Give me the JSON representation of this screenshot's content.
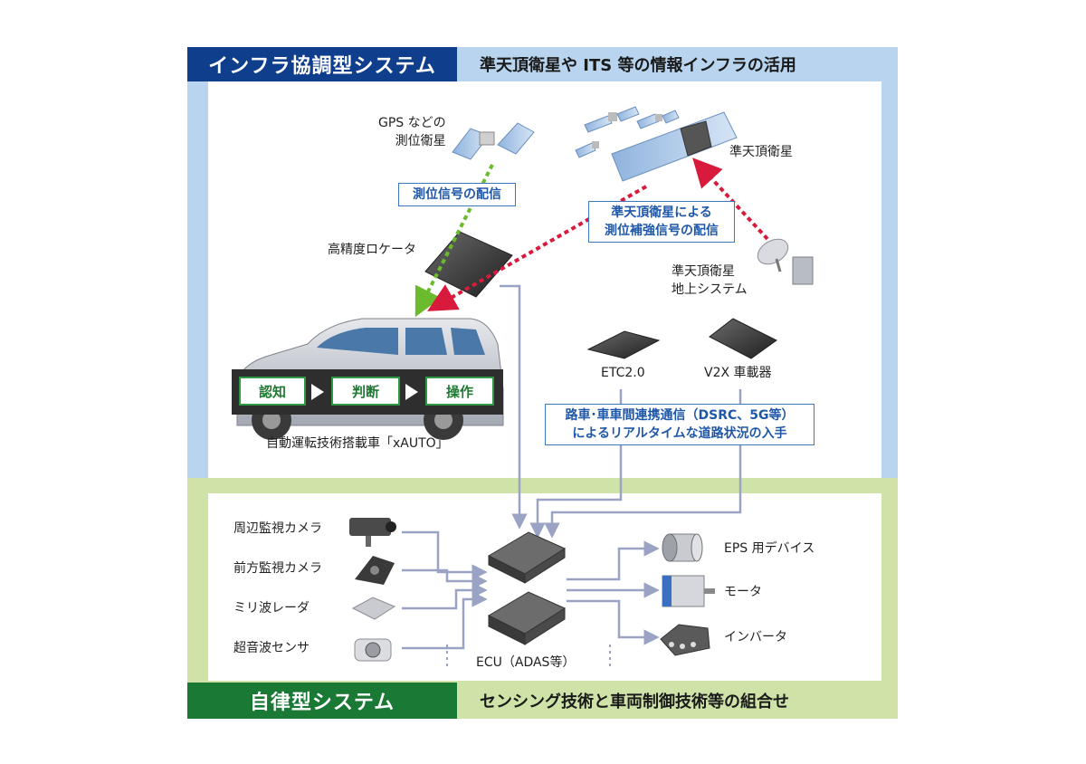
{
  "colors": {
    "infra_header": "#0f3e8c",
    "infra_bg": "#b9d4ee",
    "auto_header": "#1a7a35",
    "auto_bg": "#cfe3a8",
    "box_border": "#3a78c2",
    "green_arrow": "#6cbb2f",
    "red_arrow": "#d81b3c",
    "connector": "#9aa3c3"
  },
  "infra": {
    "title": "インフラ協調型システム",
    "subtitle": "準天頂衛星や ITS 等の情報インフラの活用"
  },
  "auto": {
    "title": "自律型システム",
    "subtitle": "センシング技術と車両制御技術等の組合せ"
  },
  "labels": {
    "gps_line1": "GPS などの",
    "gps_line2": "測位衛星",
    "qzs": "準天頂衛星",
    "ground_line1": "準天頂衛星",
    "ground_line2": "地上システム",
    "locator": "高精度ロケータ",
    "etc": "ETC2.0",
    "v2x": "V2X 車載器",
    "car": "自動運転技術搭載車「xAUTO」",
    "ecu": "ECU（ADAS等）"
  },
  "boxes": {
    "signal": "測位信号の配信",
    "augment_line1": "準天頂衛星による",
    "augment_line2": "測位補強信号の配信",
    "comm_line1": "路車･車車間連携通信（DSRC、5G等）",
    "comm_line2": "によるリアルタイムな道路状況の入手"
  },
  "flow": {
    "step1": "認知",
    "step2": "判断",
    "step3": "操作"
  },
  "sensors": {
    "items": [
      {
        "label": "周辺監視カメラ",
        "icon": "surround-camera-icon"
      },
      {
        "label": "前方監視カメラ",
        "icon": "front-camera-icon"
      },
      {
        "label": "ミリ波レーダ",
        "icon": "radar-icon"
      },
      {
        "label": "超音波センサ",
        "icon": "ultrasonic-sensor-icon"
      }
    ]
  },
  "actuators": {
    "items": [
      {
        "label": "EPS 用デバイス",
        "icon": "eps-device-icon"
      },
      {
        "label": "モータ",
        "icon": "motor-icon"
      },
      {
        "label": "インバータ",
        "icon": "inverter-icon"
      }
    ]
  }
}
